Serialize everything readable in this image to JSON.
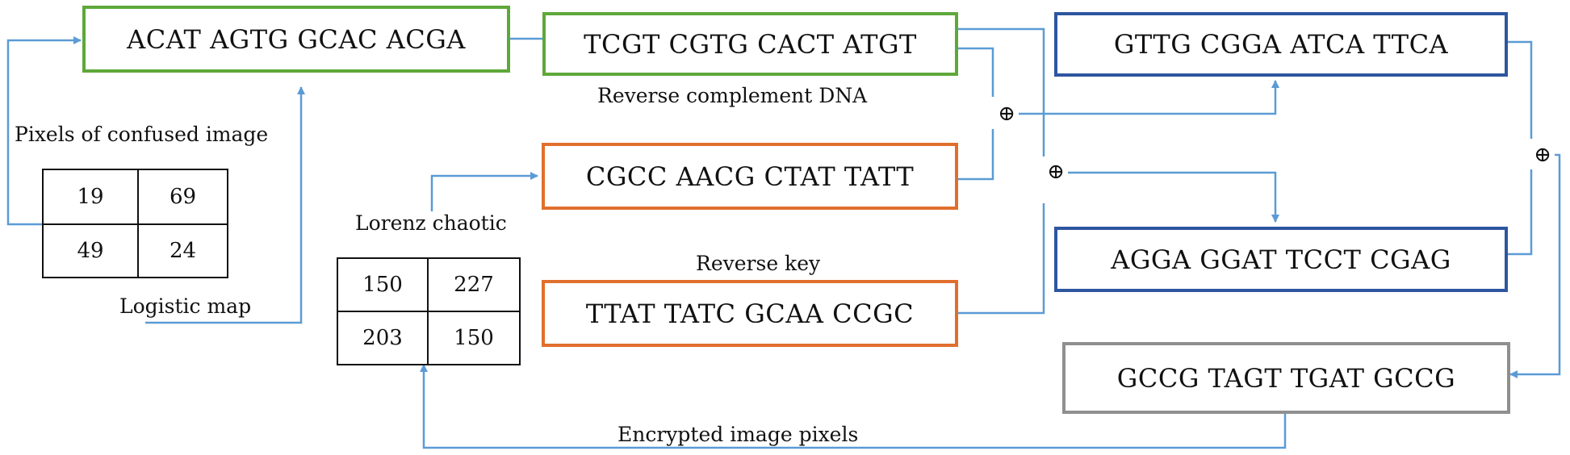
{
  "boxes": {
    "confused_dna": "ACAT AGTG GCAC ACGA",
    "reverse_complement": "TCGT CGTG CACT ATGT",
    "chaotic_key": "CGCC AACG CTAT TATT",
    "reverse_key": "TTAT TATC GCAA CCGC",
    "xor_result_1": "GTTG CGGA ATCA TTCA",
    "xor_result_2": "AGGA GGAT TCCT CGAG",
    "encrypted_dna": "GCCG TAGT TGAT GCCG"
  },
  "labels": {
    "pixels_of_confused_image": "Pixels of confused image",
    "reverse_complement_dna": "Reverse complement DNA",
    "lorenz_chaotic": "Lorenz chaotic",
    "reverse_key": "Reverse key",
    "logistic_map": "Logistic map",
    "encrypted_image_pixels": "Encrypted image pixels",
    "xor_symbol": "⊕"
  },
  "confused_pixels": [
    [
      "19",
      "69"
    ],
    [
      "49",
      "24"
    ]
  ],
  "lorenz_values": [
    [
      "150",
      "227"
    ],
    [
      "203",
      "150"
    ]
  ],
  "colors": {
    "arrow": "#5b9bd5",
    "green_border": "#5ea83a",
    "orange_border": "#e06f2d",
    "blue_border": "#2e569f",
    "grey_border": "#8f8f8f"
  }
}
